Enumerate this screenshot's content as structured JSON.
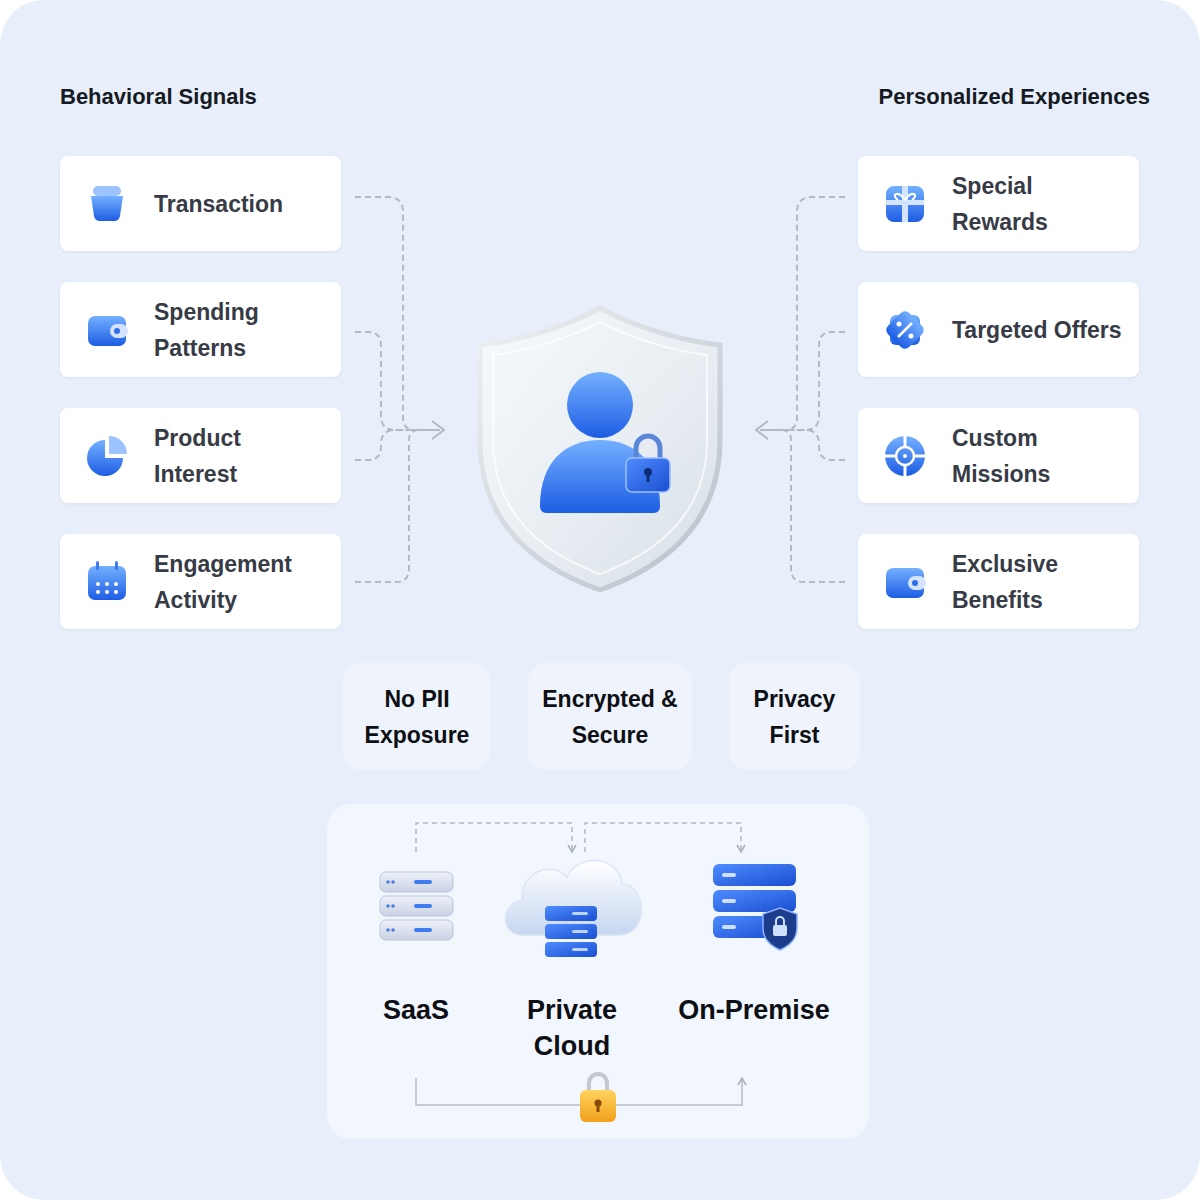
{
  "diagram": {
    "nodes": [
      {
        "text": [
          "Transaction"
        ]
      },
      {
        "text": [
          "Spending Patterns"
        ]
      },
      {
        "text": [
          "Product Interest"
        ]
      },
      {
        "text": [
          "Engagement Activity"
        ]
      },
      {
        "text": [
          "Special Rewards"
        ]
      },
      {
        "text": [
          "Targeted Offers"
        ]
      },
      {
        "text": [
          "Custom Missions"
        ]
      },
      {
        "text": [
          "Exclusive Benefits"
        ]
      },
      {
        "text": [
          "No PII Exposure"
        ]
      },
      {
        "text": [
          "Encrypted & Secure"
        ]
      },
      {
        "text": [
          "Privacy First"
        ]
      },
      {
        "text": [
          "SaaS"
        ]
      },
      {
        "text": [
          "Private Cloud"
        ]
      },
      {
        "text": [
          "On-Premise"
        ]
      }
    ],
    "edges": [
      {
        "from": 11,
        "to": 12,
        "arrow": "to"
      },
      {
        "from": 12,
        "to": 13,
        "arrow": "to"
      },
      {
        "from": 11,
        "to": 13,
        "arrow": "to"
      }
    ],
    "labels": [
      "Behavioral Signals",
      "Personalized Experiences"
    ]
  }
}
